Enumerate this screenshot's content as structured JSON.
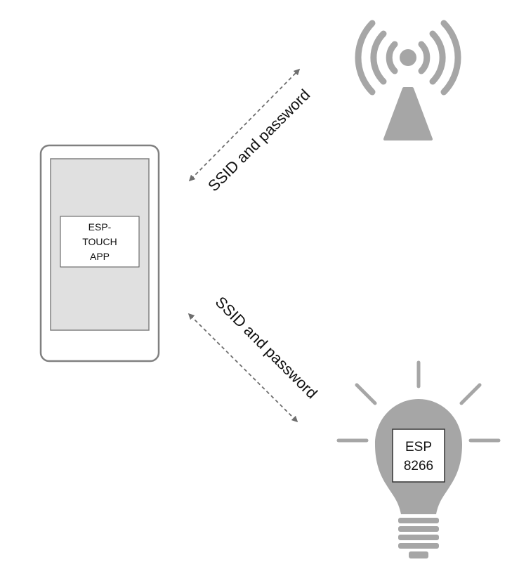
{
  "phone": {
    "app_label_line1": "ESP-",
    "app_label_line2": "TOUCH",
    "app_label_line3": "APP"
  },
  "arrows": {
    "top_label": "SSID and password",
    "bottom_label": "SSID and password"
  },
  "bulb": {
    "chip_label_line1": "ESP",
    "chip_label_line2": "8266"
  },
  "colors": {
    "icon_gray": "#a6a6a6",
    "phone_outline": "#808080",
    "phone_screen": "#e0e0e0",
    "arrow": "#6e6e6e"
  }
}
